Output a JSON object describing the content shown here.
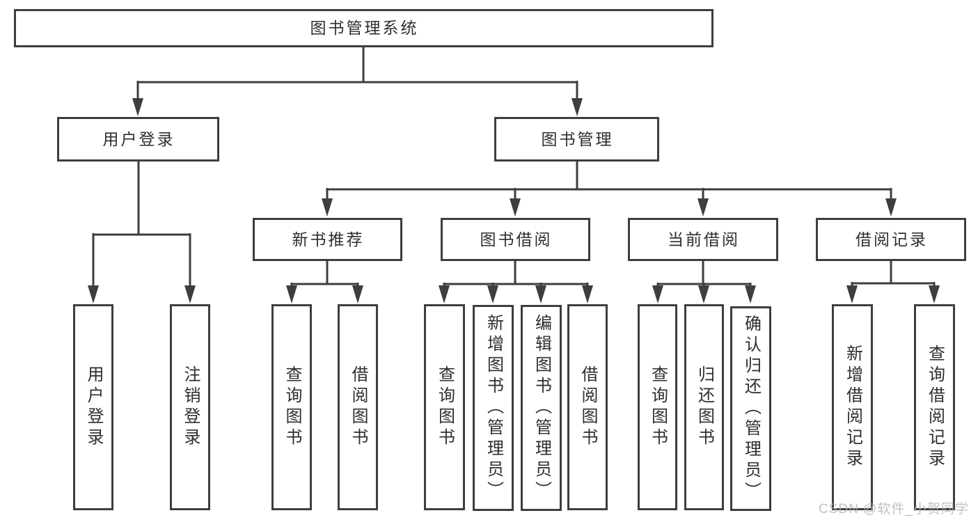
{
  "tree": {
    "root": {
      "label": "图书管理系统",
      "children": [
        {
          "label": "用户登录",
          "children": [
            {
              "label": "用户登录"
            },
            {
              "label": "注销登录"
            }
          ]
        },
        {
          "label": "图书管理",
          "children": [
            {
              "label": "新书推荐",
              "children": [
                {
                  "label": "查询图书"
                },
                {
                  "label": "借阅图书"
                }
              ]
            },
            {
              "label": "图书借阅",
              "children": [
                {
                  "label": "查询图书"
                },
                {
                  "label": "新增图书（管理员）"
                },
                {
                  "label": "编辑图书（管理员）"
                },
                {
                  "label": "借阅图书"
                }
              ]
            },
            {
              "label": "当前借阅",
              "children": [
                {
                  "label": "查询图书"
                },
                {
                  "label": "归还图书"
                },
                {
                  "label": "确认归还（管理员）"
                }
              ]
            },
            {
              "label": "借阅记录",
              "children": [
                {
                  "label": "新增借阅记录"
                },
                {
                  "label": "查询借阅记录"
                }
              ]
            }
          ]
        }
      ]
    }
  },
  "watermark": "CSDN @软件_小贺同学",
  "colors": {
    "line": "#3e3e3e",
    "text": "#2e2e2e",
    "watermark": "#b2b2b2",
    "background": "#ffffff"
  }
}
